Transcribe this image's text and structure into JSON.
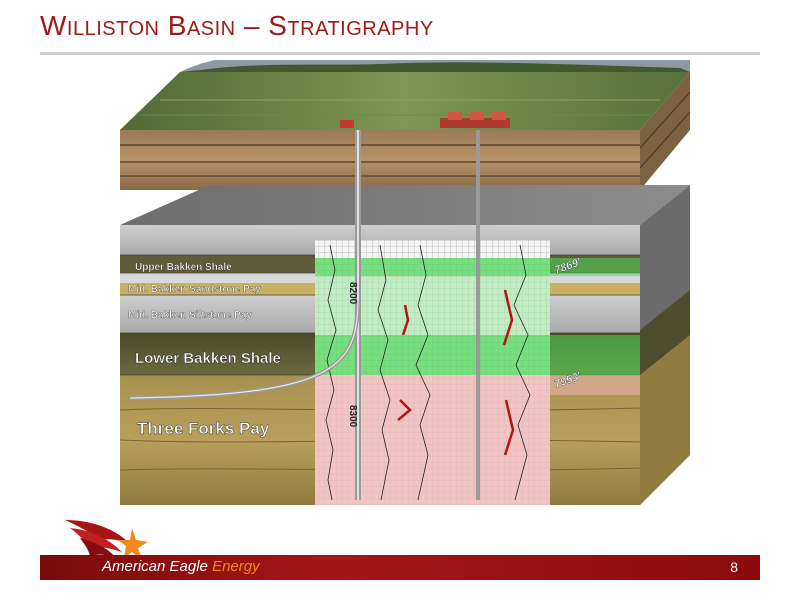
{
  "slide": {
    "title": "Williston Basin – Stratigraphy",
    "page_number": "8"
  },
  "footer": {
    "brand_main": "American Eagle ",
    "brand_accent": "Energy"
  },
  "diagram": {
    "formation_labels": {
      "upper_bakken_shale": "Upper Bakken Shale",
      "mid_bakken_sandstone": "Mid. Bakken Sandstone Pay",
      "mid_bakken_siltstone": "Mid. Bakken Siltstone Pay",
      "lower_bakken_shale": "Lower Bakken Shale",
      "three_forks": "Three Forks Pay"
    },
    "depth_markers": {
      "top": "7869'",
      "bottom": "7953'"
    },
    "log_depths": {
      "upper": "8200",
      "lower": "8300"
    }
  },
  "colors": {
    "title_red": "#a11a1a",
    "footer_red": "#a51515",
    "brand_accent": "#f08a1c",
    "pay_zone_green": "#4ed85a",
    "three_forks_pink": "#f2b6b6"
  }
}
